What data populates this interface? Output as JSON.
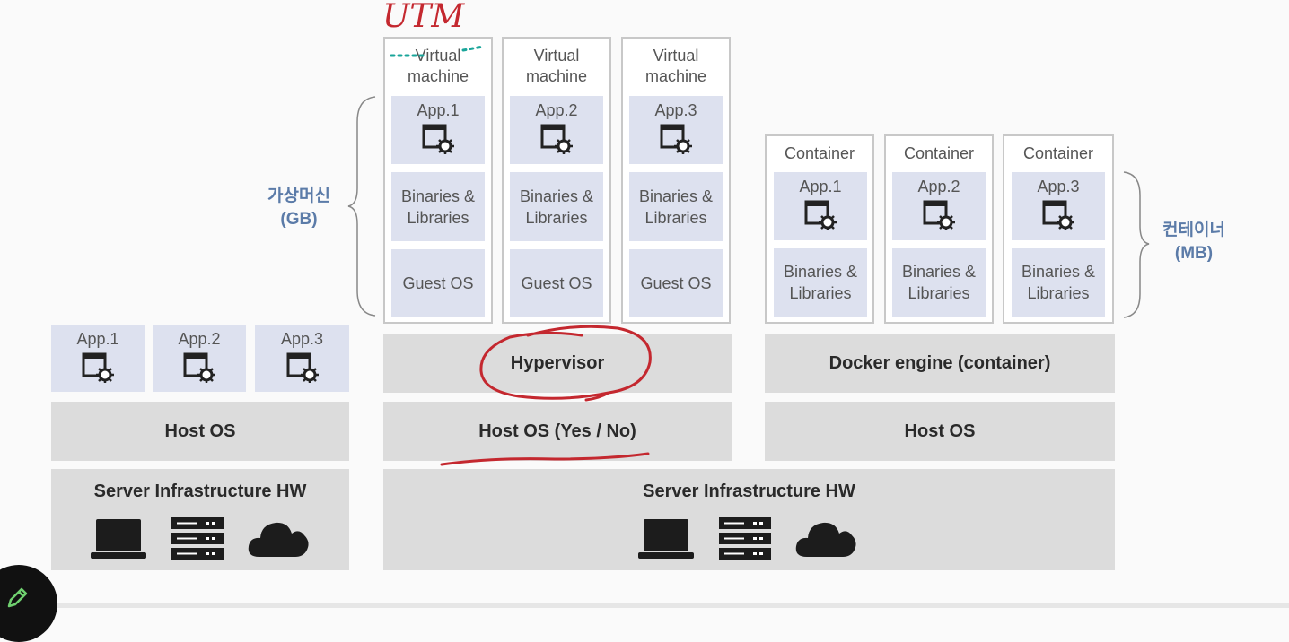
{
  "annotations": {
    "handwritten": "UTM"
  },
  "left_stack": {
    "apps": [
      "App.1",
      "App.2",
      "App.3"
    ],
    "host_os": "Host OS",
    "hw": "Server Infrastructure HW"
  },
  "vm_stack": {
    "side_label": "가상머신\n(GB)",
    "vms": [
      {
        "title": "Virtual\nmachine",
        "app": "App.1",
        "bins": "Binaries &\nLibraries",
        "guest": "Guest OS"
      },
      {
        "title": "Virtual\nmachine",
        "app": "App.2",
        "bins": "Binaries &\nLibraries",
        "guest": "Guest OS"
      },
      {
        "title": "Virtual\nmachine",
        "app": "App.3",
        "bins": "Binaries &\nLibraries",
        "guest": "Guest OS"
      }
    ],
    "hypervisor": "Hypervisor",
    "host_os": "Host OS (Yes / No)",
    "hw": "Server Infrastructure HW"
  },
  "container_stack": {
    "side_label": "컨테이너\n(MB)",
    "containers": [
      {
        "title": "Container",
        "app": "App.1",
        "bins": "Binaries &\nLibraries"
      },
      {
        "title": "Container",
        "app": "App.2",
        "bins": "Binaries &\nLibraries"
      },
      {
        "title": "Container",
        "app": "App.3",
        "bins": "Binaries &\nLibraries"
      }
    ],
    "engine": "Docker engine (container)",
    "host_os": "Host OS"
  },
  "colors": {
    "bar": "#dcdcdc",
    "app_box": "#dde1ef",
    "side_label": "#5b7ba8",
    "ink_red": "#c4282f",
    "ink_teal": "#1aa59a"
  },
  "icons": [
    "app-window-gear-icon",
    "laptop-icon",
    "server-rack-icon",
    "cloud-icon",
    "pencil-icon"
  ]
}
